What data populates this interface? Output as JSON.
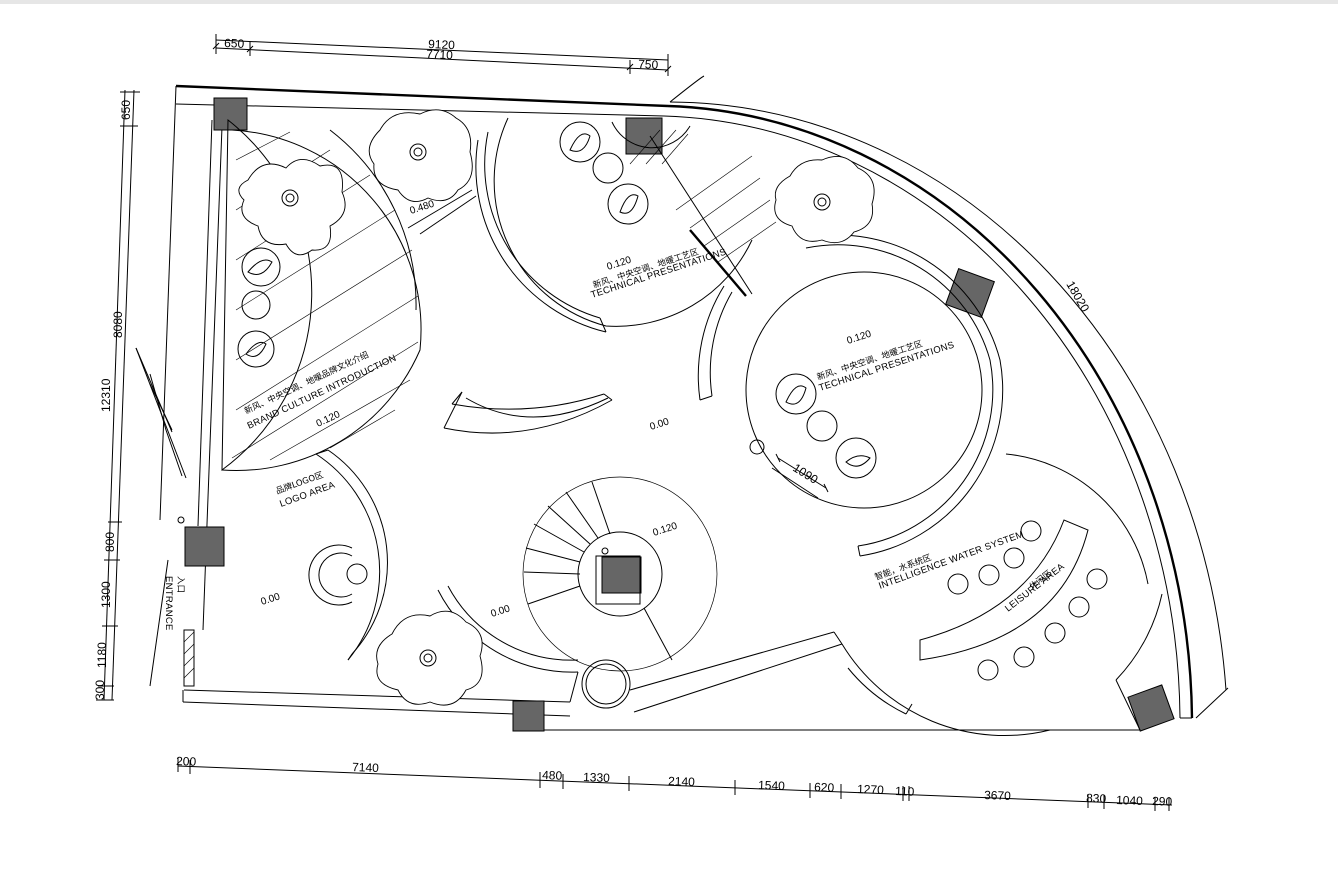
{
  "dimensions": {
    "top": [
      "650",
      "9120",
      "7710",
      "750"
    ],
    "left": [
      "650",
      "8080",
      "12310",
      "800",
      "1300",
      "1180",
      "300"
    ],
    "bottom": [
      "200",
      "7140",
      "480",
      "1330",
      "2140",
      "1540",
      "620",
      "1270",
      "110",
      "3670",
      "830",
      "1040",
      "290"
    ],
    "arc": "18020",
    "inner": [
      "1090"
    ]
  },
  "zones": {
    "brand": {
      "cn": "新风、中央空调、地暖品牌文化介绍",
      "en": "BRAND CULTURE INTRODUCTION",
      "elev": "0.120"
    },
    "tech1": {
      "cn": "新风、中央空调、地暖工艺区",
      "en": "TECHNICAL PRESENTATIONS",
      "elev": "0.120"
    },
    "tech2": {
      "cn": "新风、中央空调、地暖工艺区",
      "en": "TECHNICAL PRESENTATIONS",
      "elev": "0.120"
    },
    "logo": {
      "cn": "品牌LOGO区",
      "en": "LOGO AREA"
    },
    "water": {
      "cn": "智能，水系统区",
      "en": "INTELLIGENCE WATER SYSTEM"
    },
    "leisure": {
      "cn": "休闲区",
      "en": "LEISURE AREA"
    },
    "entrance": {
      "cn": "入口",
      "en": "ENTRANCE"
    },
    "stair": {
      "elev": "0.120"
    }
  },
  "elevations": {
    "upper": "0.480",
    "center": "0.00",
    "logo_floor": "0.00",
    "lower": "0.00"
  }
}
